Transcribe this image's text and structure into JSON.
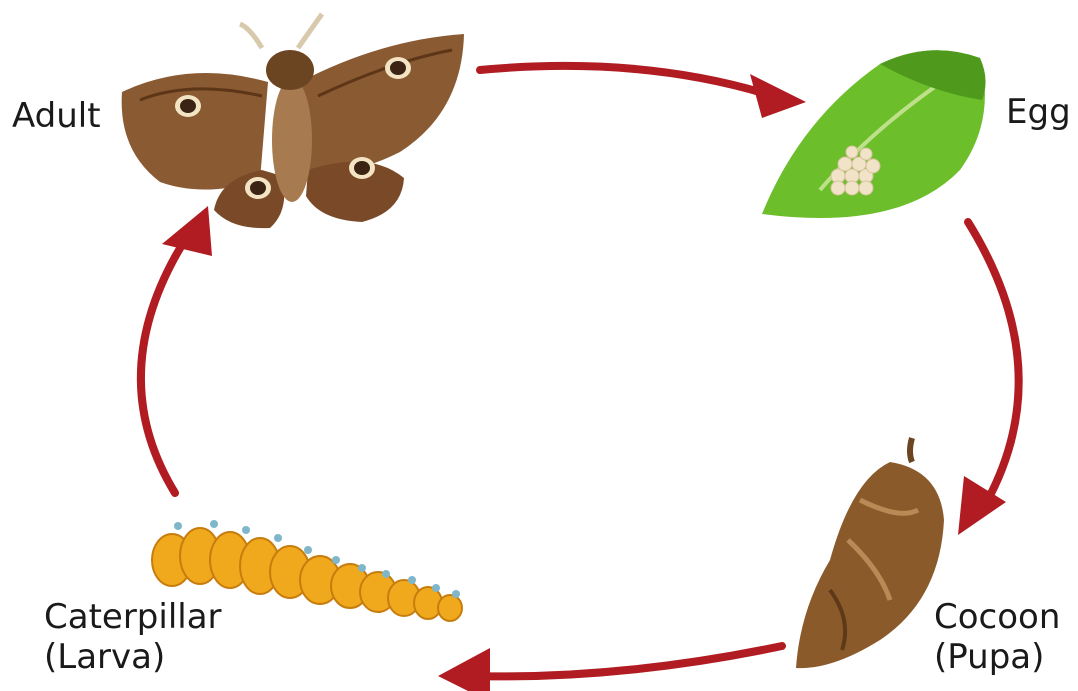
{
  "diagram": {
    "stages": [
      {
        "id": "adult",
        "label": "Adult"
      },
      {
        "id": "egg",
        "label": "Egg"
      },
      {
        "id": "cocoon",
        "label_line1": "Cocoon",
        "label_line2": "(Pupa)"
      },
      {
        "id": "caterpillar",
        "label_line1": "Caterpillar",
        "label_line2": "(Larva)"
      }
    ],
    "arrow_color": "#b01c22",
    "colors": {
      "moth_wing": "#8a5a33",
      "leaf": "#6cbf2a",
      "eggs": "#f1e3c8",
      "cocoon": "#8b5a2b",
      "caterpillar": "#f0a81c"
    }
  }
}
